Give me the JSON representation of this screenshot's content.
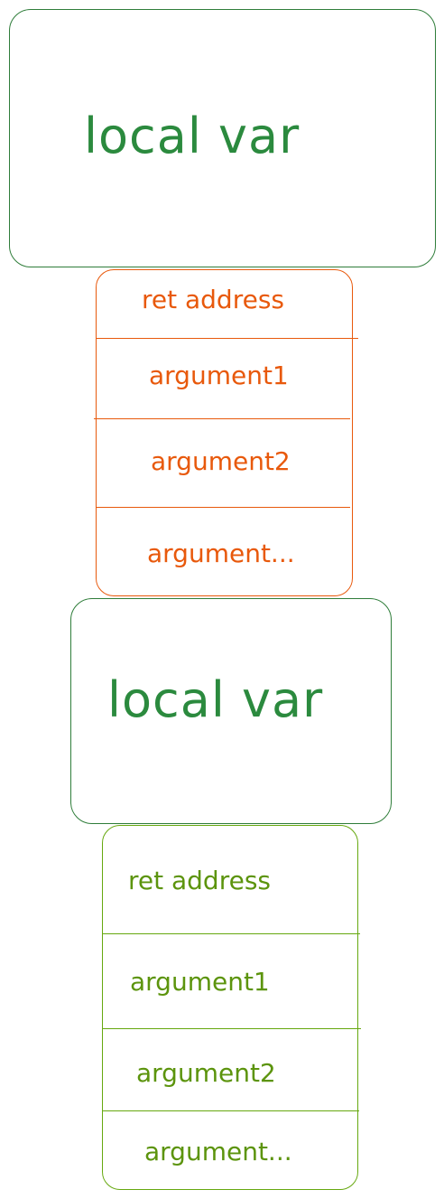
{
  "colors": {
    "local_stroke": "#2f7d3a",
    "local_text": "#2b8a3e",
    "frame1_stroke": "#e8590c",
    "frame1_text": "#e8590c",
    "frame2_stroke": "#66a80f",
    "frame2_text": "#5c940d"
  },
  "local_var_1": {
    "label": "local var"
  },
  "frame_1": {
    "cells": [
      {
        "label": "ret address"
      },
      {
        "label": "argument1"
      },
      {
        "label": "argument2"
      },
      {
        "label": "argument..."
      }
    ]
  },
  "local_var_2": {
    "label": "local var"
  },
  "frame_2": {
    "cells": [
      {
        "label": "ret address"
      },
      {
        "label": "argument1"
      },
      {
        "label": "argument2"
      },
      {
        "label": "argument..."
      }
    ]
  }
}
